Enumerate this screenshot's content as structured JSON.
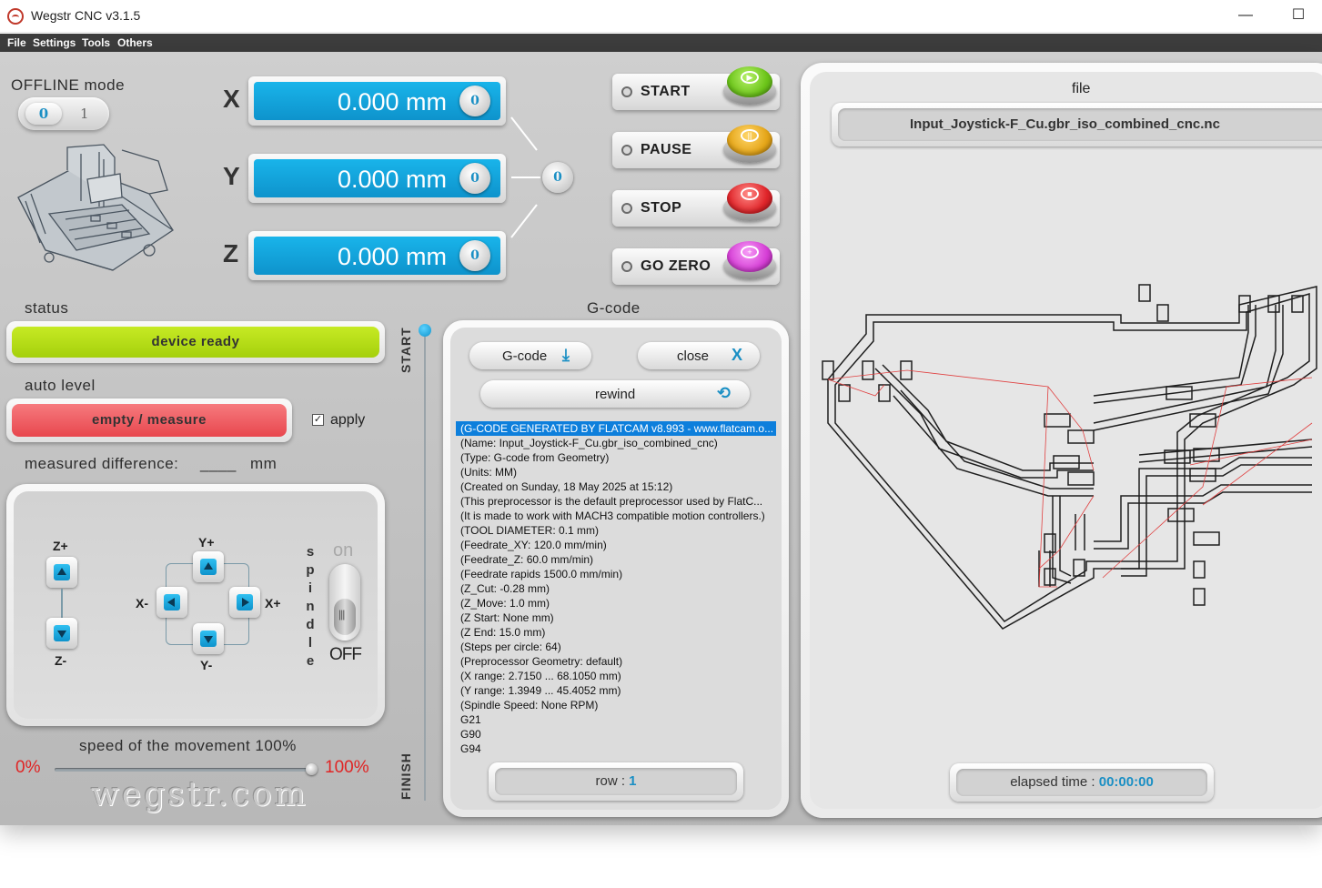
{
  "window": {
    "title": "Wegstr CNC  v3.1.5",
    "minimize_glyph": "—",
    "maximize_glyph": "☐"
  },
  "menu": [
    "File",
    "Settings",
    "Tools",
    "Others"
  ],
  "mode": {
    "label": "OFFLINE mode",
    "off": "0",
    "on": "1"
  },
  "axes": [
    {
      "letter": "X",
      "value": "0.000 mm",
      "zero": "0"
    },
    {
      "letter": "Y",
      "value": "0.000 mm",
      "zero": "0"
    },
    {
      "letter": "Z",
      "value": "0.000 mm",
      "zero": "0"
    }
  ],
  "zero_all": "0",
  "controls": [
    {
      "label": "START",
      "color": "#7ed321",
      "icon": "play-icon",
      "glyph": "▶"
    },
    {
      "label": "PAUSE",
      "color": "#e5a619",
      "icon": "pause-icon",
      "glyph": "||"
    },
    {
      "label": "STOP",
      "color": "#e0252a",
      "icon": "stop-icon",
      "glyph": "■"
    },
    {
      "label": "GO ZERO",
      "color": "#d63fd6",
      "icon": "target-icon",
      "glyph": "+"
    }
  ],
  "status": {
    "label": "status",
    "value": "device ready",
    "color": "#b5de13"
  },
  "auto_level": {
    "label": "auto level",
    "button": "empty / measure",
    "color": "#f0585e",
    "apply_label": "apply",
    "apply_checked": true
  },
  "measured": {
    "label": "measured difference:",
    "value": "____",
    "unit": "mm"
  },
  "movement": {
    "z_plus": "Z+",
    "z_minus": "Z-",
    "y_plus": "Y+",
    "y_minus": "Y-",
    "x_minus": "X-",
    "x_plus": "X+",
    "spindle_letters": [
      "s",
      "p",
      "i",
      "n",
      "d",
      "l",
      "e"
    ],
    "spindle_on": "on",
    "spindle_off": "OFF"
  },
  "speed": {
    "label": "speed of the movement 100%",
    "min": "0%",
    "max": "100%",
    "value_percent": 100,
    "brand": "wegstr.com"
  },
  "progress": {
    "start": "START",
    "finish": "FINISH"
  },
  "gcode": {
    "title": "G-code",
    "load_button": "G-code",
    "close_button": "close",
    "close_glyph": "X",
    "rewind_button": "rewind",
    "row_label": "row :",
    "row_value": "1",
    "lines": [
      "(G-CODE GENERATED BY FLATCAM v8.993 - www.flatcam.o...",
      "(Name: Input_Joystick-F_Cu.gbr_iso_combined_cnc)",
      "(Type: G-code from Geometry)",
      "(Units: MM)",
      "(Created on Sunday, 18 May 2025 at 15:12)",
      "(This preprocessor is the default preprocessor used by FlatC...",
      "(It is made to work with MACH3 compatible motion controllers.)",
      "(TOOL DIAMETER: 0.1 mm)",
      "(Feedrate_XY: 120.0 mm/min)",
      "(Feedrate_Z: 60.0 mm/min)",
      "(Feedrate rapids 1500.0 mm/min)",
      "(Z_Cut: -0.28 mm)",
      "(Z_Move: 1.0 mm)",
      "(Z Start: None mm)",
      "(Z End: 15.0 mm)",
      "(Steps per circle: 64)",
      "(Preprocessor Geometry: default)",
      "(X range:    2.7150 ...   68.1050  mm)",
      "(Y range:    1.3949 ...   45.4052  mm)",
      "(Spindle Speed: None RPM)",
      "G21",
      "G90",
      "G94"
    ]
  },
  "file": {
    "label": "file",
    "name": "Input_Joystick-F_Cu.gbr_iso_combined_cnc.nc",
    "elapsed_label": "elapsed time :",
    "elapsed_value": "00:00:00"
  }
}
